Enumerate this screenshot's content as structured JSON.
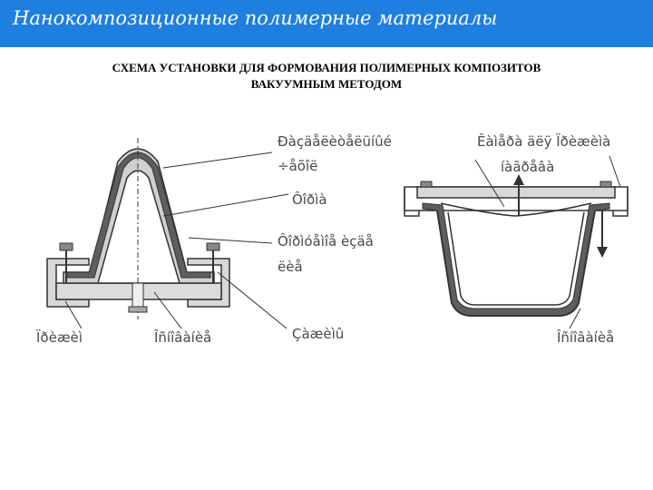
{
  "header": {
    "title": "Нанокомпозиционные полимерные материалы"
  },
  "subtitle": {
    "line1": "СХЕМА УСТАНОВКИ ДЛЯ ФОРМОВАНИЯ ПОЛИМЕРНЫХ КОМПОЗИТОВ",
    "line2": "ВАКУУМНЫМ МЕТОДОМ"
  },
  "labels": {
    "top_right_1": "Ðàçäåëèòåëüíûé",
    "top_right_2": "÷åõîë",
    "mid_1": "Ôîðìà",
    "mid_2a": "Ôîðìóåìîå èçäå",
    "mid_2b": "ëèå",
    "bottom_left": "Ïðèæèì",
    "bottom_mid": "Îñíîâàíèå",
    "bottom_center": "Çàæèìû",
    "bottom_right": "Îñíîâàíèå",
    "right_top_1": "Êàìåðà äëÿ Ïðèæèìà",
    "right_top_2": "íàãðåâà"
  },
  "colors": {
    "header_bg": "#1f7fe0",
    "outline": "#333333",
    "dark_fill": "#5e5e5e",
    "light_fill": "#d8d8d8"
  }
}
